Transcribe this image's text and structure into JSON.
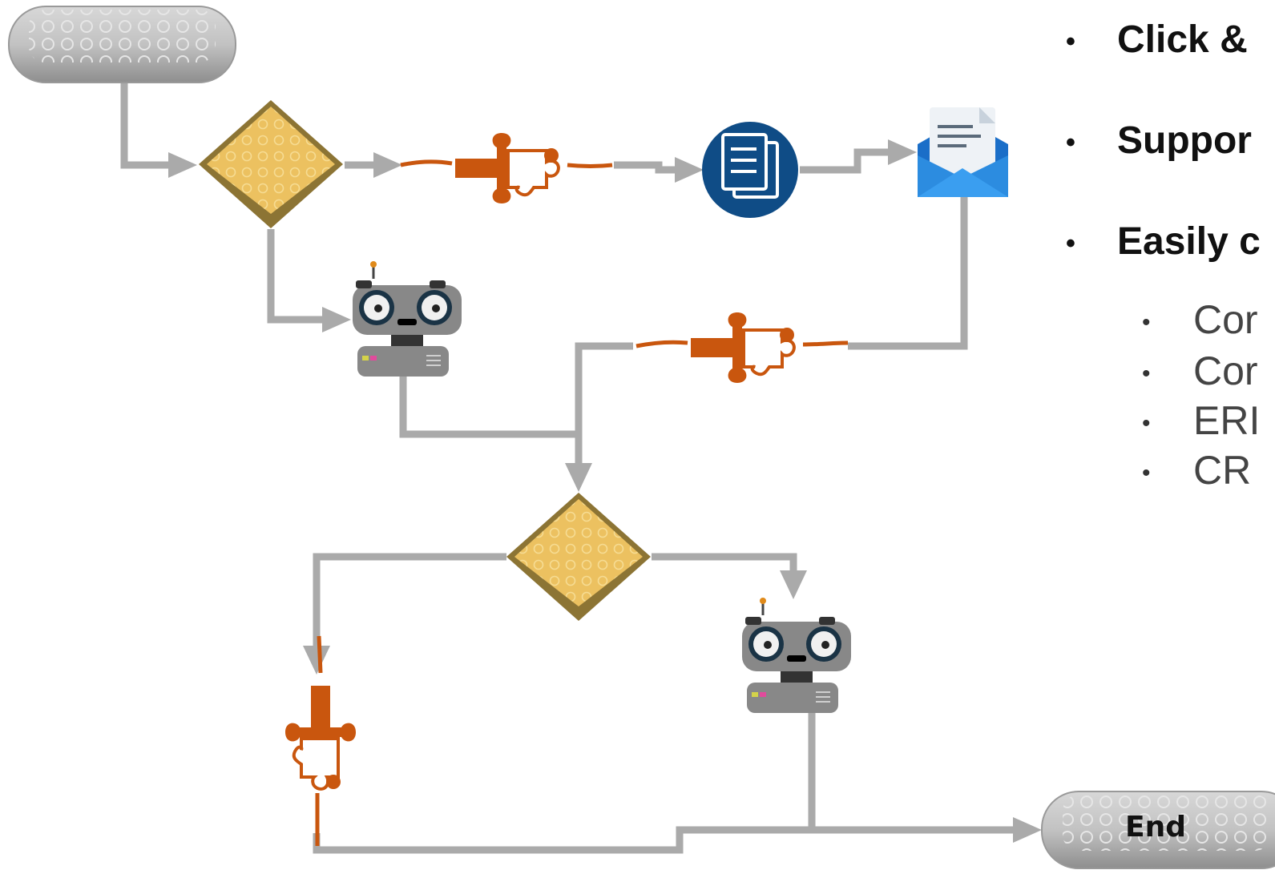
{
  "bullets": [
    "Click &",
    "Suppor",
    "Easily c"
  ],
  "sub_bullets": [
    "Cor",
    "Cor",
    "ERI",
    "CR"
  ],
  "end_label": "End",
  "icons": {
    "start_pill": "start-terminator-icon",
    "decision": "diamond-decision-icon",
    "connector": "puzzle-connector-icon",
    "document": "document-icon",
    "email": "email-envelope-icon",
    "robot_orange": "orange-robot-icon",
    "robot_green": "green-robot-icon"
  },
  "colors": {
    "connector_line": "#aaaaaa",
    "puzzle": "#c9560e",
    "decision": "#e9be5a",
    "document": "#0f4c86",
    "email": "#2c8ce0",
    "robot_orange": "#f0881a",
    "robot_green": "#5f8a55",
    "pill": "#b9b9b9"
  }
}
